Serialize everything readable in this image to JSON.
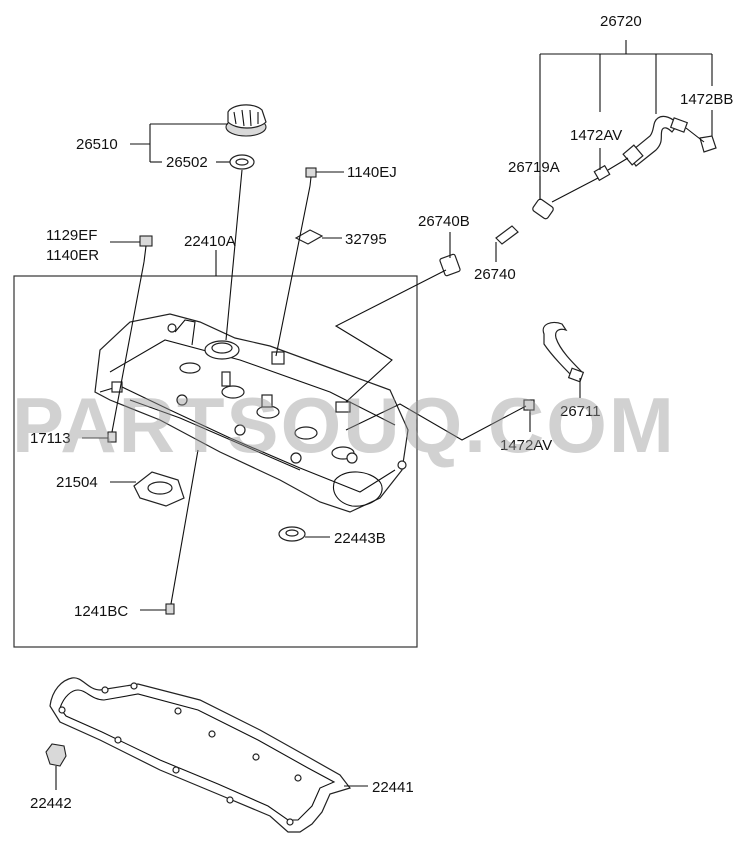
{
  "watermark": "PARTSOUQ.COM",
  "labels": {
    "p26720": "26720",
    "p1472BB": "1472BB",
    "p1472AV_top": "1472AV",
    "p26719A": "26719A",
    "p26510": "26510",
    "p26502": "26502",
    "p1140EJ": "1140EJ",
    "p26740B": "26740B",
    "p1129EF": "1129EF",
    "p1140ER": "1140ER",
    "p22410A": "22410A",
    "p32795": "32795",
    "p26740": "26740",
    "p26711": "26711",
    "p1472AV_bottom": "1472AV",
    "p17113": "17113",
    "p21504": "21504",
    "p22443B": "22443B",
    "p1241BC": "1241BC",
    "p22441": "22441",
    "p22442": "22442"
  }
}
